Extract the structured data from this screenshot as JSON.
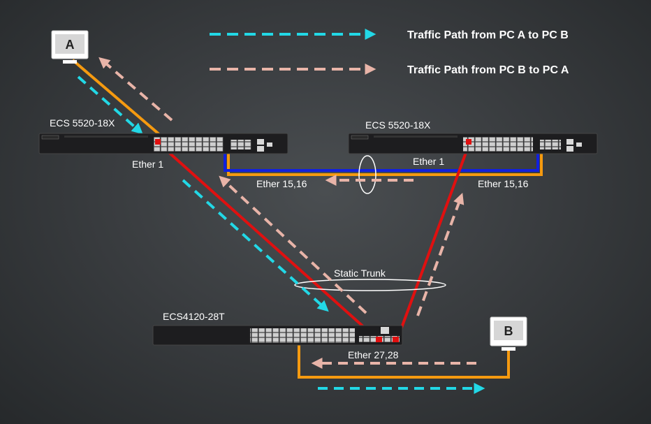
{
  "legend": {
    "a_to_b": "Traffic Path from PC A to PC B",
    "b_to_a": "Traffic Path from PC B to PC A"
  },
  "pcs": {
    "a": "A",
    "b": "B"
  },
  "switches": {
    "left": {
      "name": "ECS 5520-18X",
      "port_ether1": "Ether 1",
      "port_ether15_16": "Ether 15,16"
    },
    "right": {
      "name": "ECS 5520-18X",
      "port_ether1": "Ether 1",
      "port_ether15_16": "Ether 15,16"
    },
    "bottom": {
      "name": "ECS4120-28T",
      "port_ether27_28": "Ether 27,28"
    }
  },
  "trunk_label": "Static Trunk",
  "colors": {
    "a_to_b": "#22d8e6",
    "b_to_a": "#e8b4a8",
    "link_red": "#e01010",
    "link_orange": "#f59a10",
    "link_blue": "#1020e0"
  }
}
